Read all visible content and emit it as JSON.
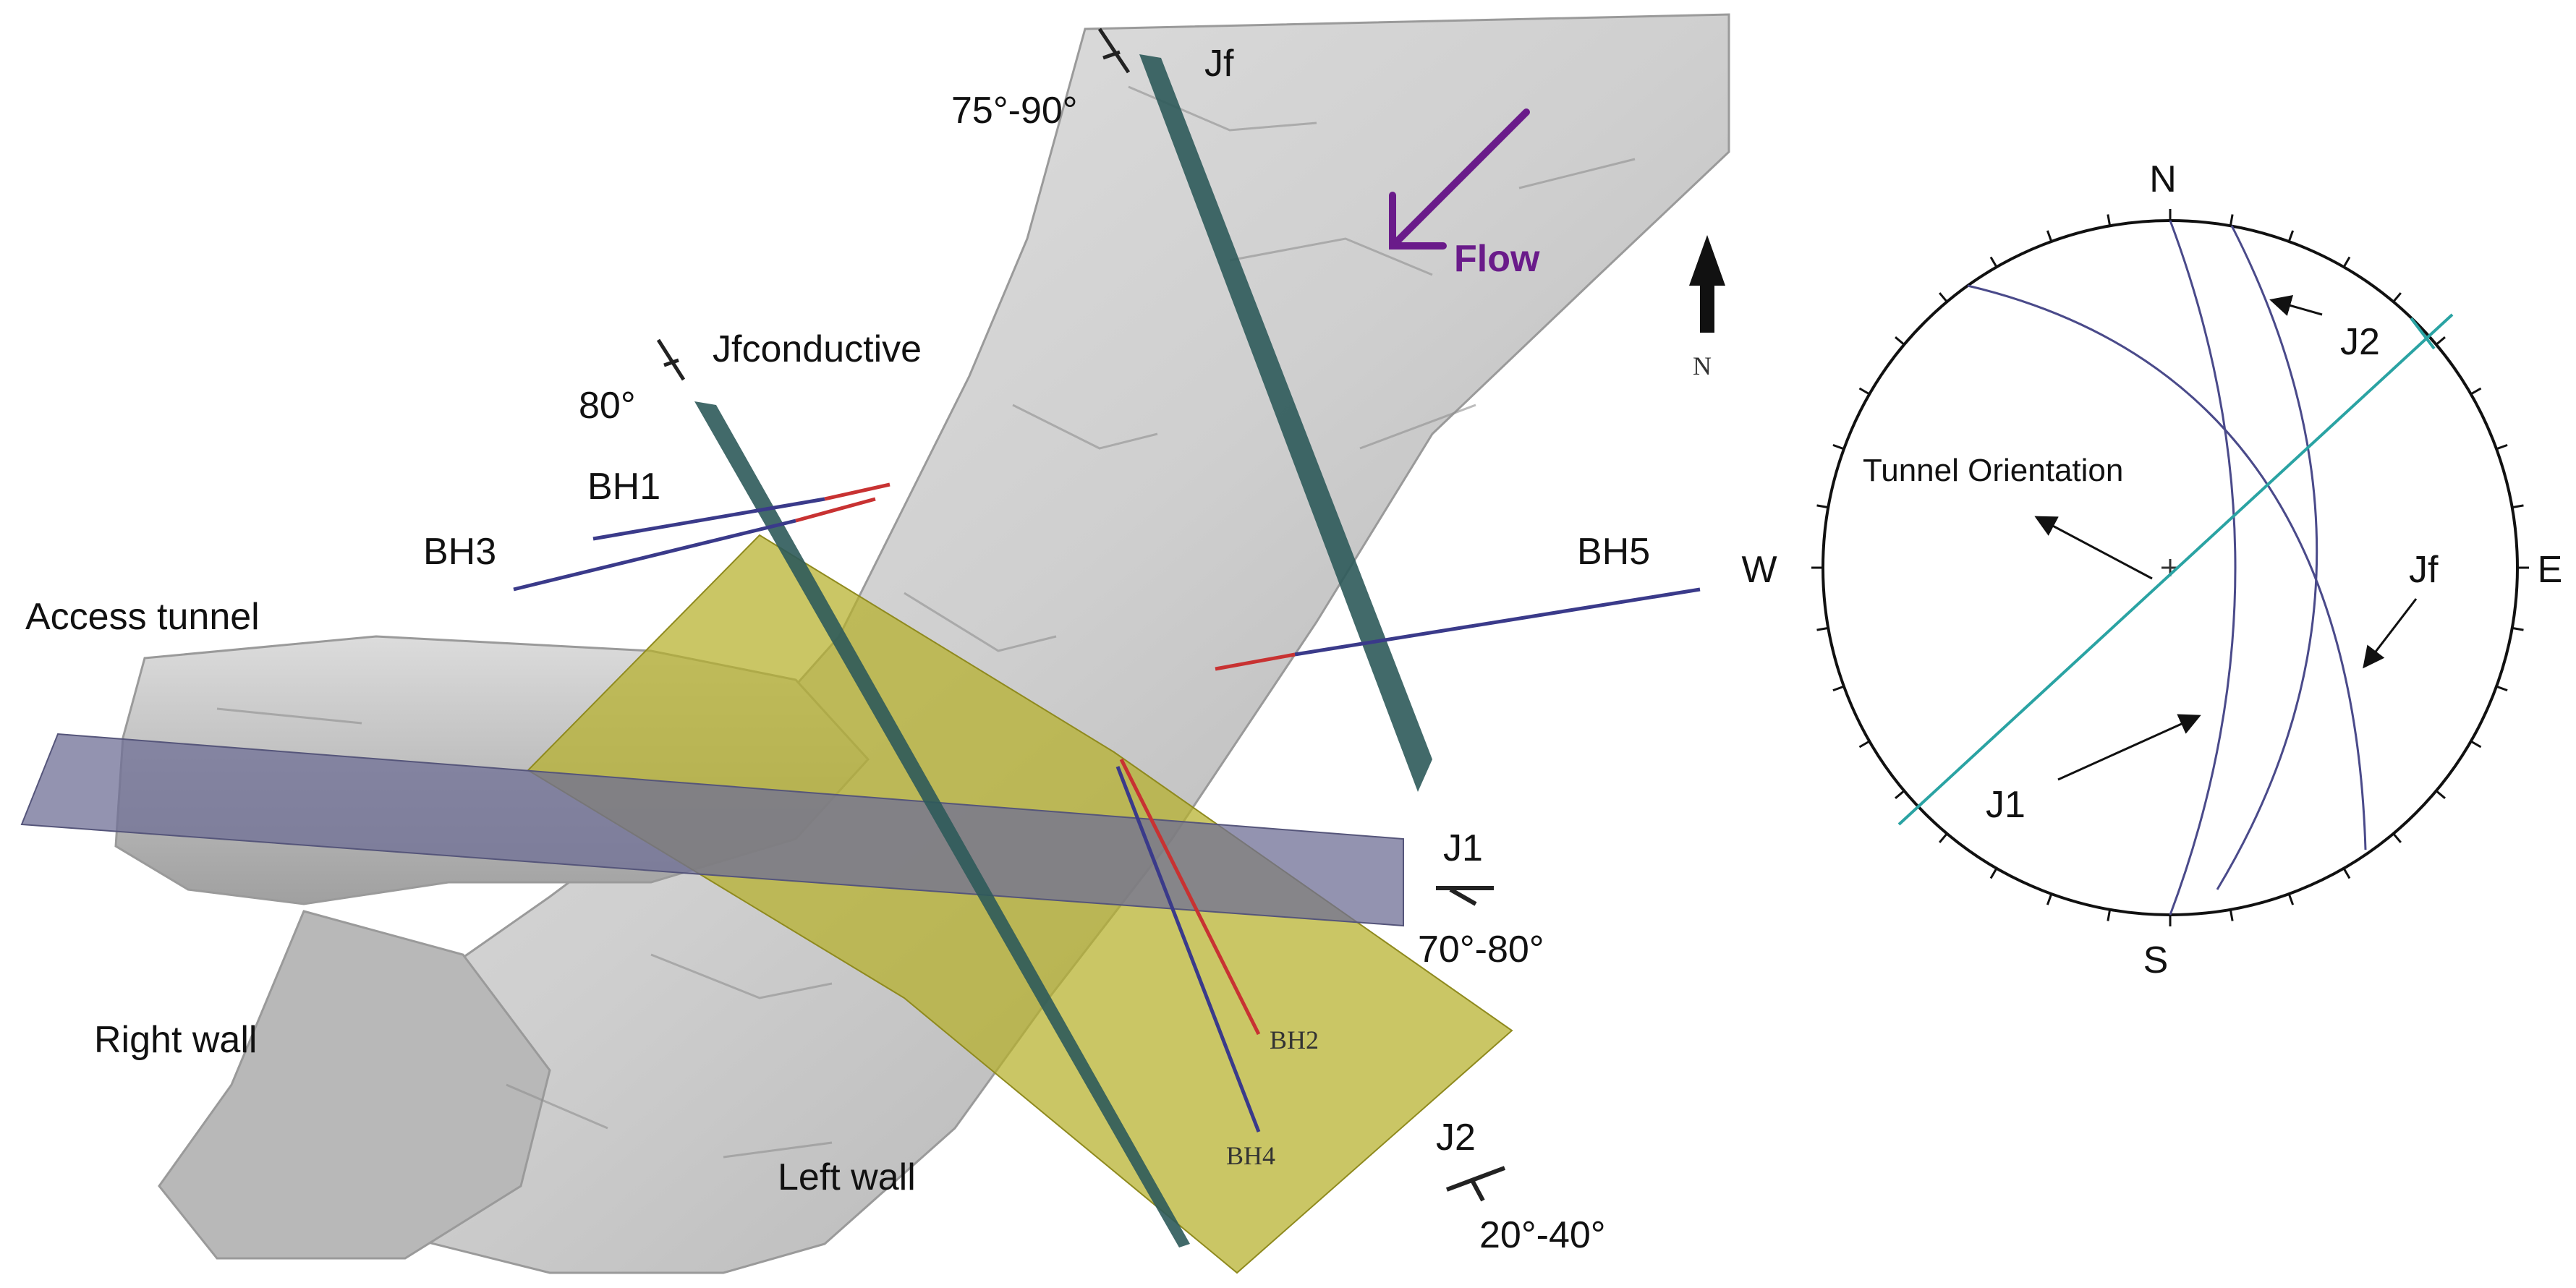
{
  "model": {
    "labels": {
      "jf": "Jf",
      "jf_dip": "75°-90°",
      "jf_conductive": "Jfconductive",
      "jf_conductive_dip": "80°",
      "bh1": "BH1",
      "bh3": "BH3",
      "bh5": "BH5",
      "bh2": "BH2",
      "bh4": "BH4",
      "access_tunnel": "Access tunnel",
      "right_wall": "Right wall",
      "left_wall": "Left wall",
      "j1": "J1",
      "j1_dip": "70°-80°",
      "j2": "J2",
      "j2_dip": "20°-40°",
      "flow": "Flow",
      "north": "N"
    },
    "colors": {
      "rock": "#c9c9c9",
      "jf_plane": "#2d5a5a",
      "j1_plane": "#6f6f96",
      "j2_plane": "#b5b02a",
      "flow_arrow": "#6a1b8a",
      "borehole_blue": "#3a3a8a",
      "borehole_red": "#c83232"
    }
  },
  "stereonet": {
    "labels": {
      "north": "N",
      "south": "S",
      "east": "E",
      "west": "W",
      "tunnel_orientation": "Tunnel Orientation",
      "j1": "J1",
      "j2": "J2",
      "jf": "Jf"
    },
    "colors": {
      "great_circle": "#4a4a8a",
      "tunnel_line": "#2aa3a3"
    }
  }
}
